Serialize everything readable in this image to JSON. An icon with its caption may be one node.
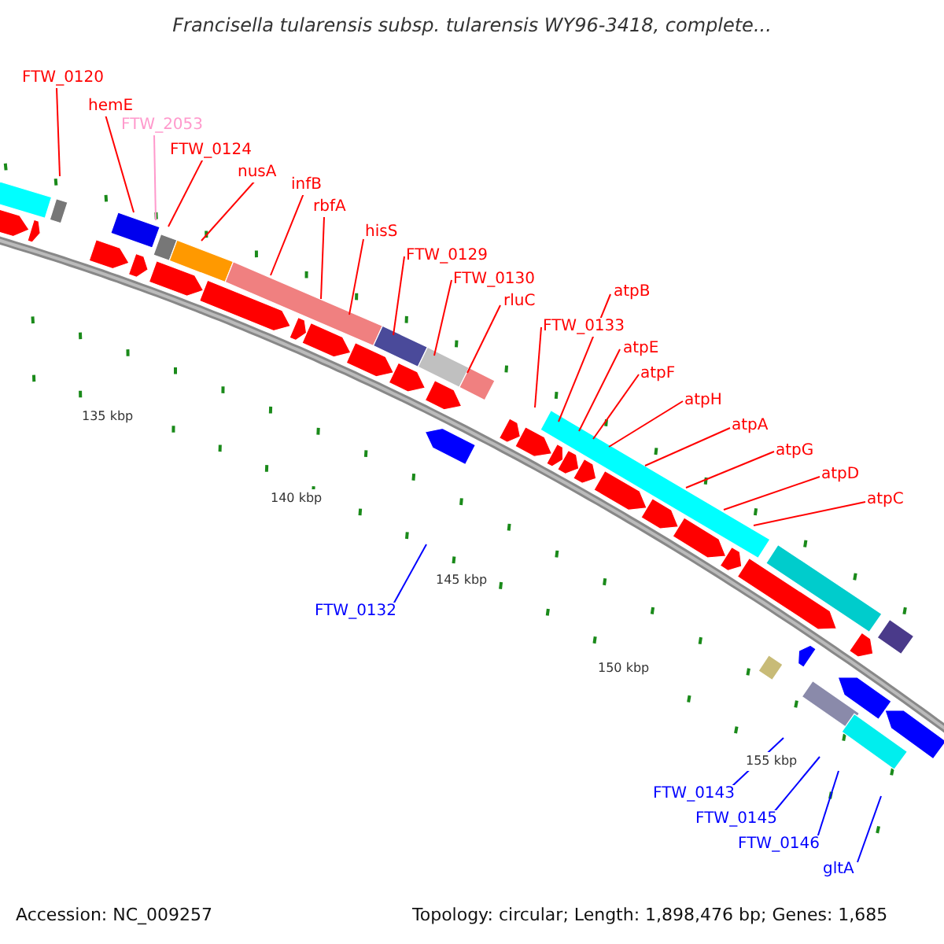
{
  "diagram": {
    "title": "Francisella tularensis subsp. tularensis WY96-3418, complete...",
    "nodes": [
      {
        "text": [
          "FTW_0120"
        ]
      },
      {
        "text": [
          "hemE"
        ]
      },
      {
        "text": [
          "FTW_2053"
        ]
      },
      {
        "text": [
          "FTW_0124"
        ]
      },
      {
        "text": [
          "nusA"
        ]
      },
      {
        "text": [
          "infB"
        ]
      },
      {
        "text": [
          "rbfA"
        ]
      },
      {
        "text": [
          "hisS"
        ]
      },
      {
        "text": [
          "FTW_0129"
        ]
      },
      {
        "text": [
          "FTW_0130"
        ]
      },
      {
        "text": [
          "rluC"
        ]
      },
      {
        "text": [
          "FTW_0133"
        ]
      },
      {
        "text": [
          "atpB"
        ]
      },
      {
        "text": [
          "atpE"
        ]
      },
      {
        "text": [
          "atpF"
        ]
      },
      {
        "text": [
          "atpH"
        ]
      },
      {
        "text": [
          "atpA"
        ]
      },
      {
        "text": [
          "atpG"
        ]
      },
      {
        "text": [
          "atpD"
        ]
      },
      {
        "text": [
          "atpC"
        ]
      },
      {
        "text": [
          "FTW_0132"
        ]
      },
      {
        "text": [
          "FTW_0143"
        ]
      },
      {
        "text": [
          "FTW_0145"
        ]
      },
      {
        "text": [
          "FTW_0146"
        ]
      },
      {
        "text": [
          "gltA"
        ]
      }
    ],
    "edges": [
      {
        "from": 0,
        "to": null,
        "arrow": "none"
      },
      {
        "from": 1,
        "to": null,
        "arrow": "none"
      },
      {
        "from": 2,
        "to": null,
        "arrow": "none",
        "color": "#ff99cc"
      },
      {
        "from": 3,
        "to": null,
        "arrow": "none"
      },
      {
        "from": 4,
        "to": null,
        "arrow": "none"
      },
      {
        "from": 5,
        "to": null,
        "arrow": "none"
      },
      {
        "from": 6,
        "to": null,
        "arrow": "none"
      },
      {
        "from": 7,
        "to": null,
        "arrow": "none"
      },
      {
        "from": 8,
        "to": null,
        "arrow": "none"
      },
      {
        "from": 9,
        "to": null,
        "arrow": "none"
      },
      {
        "from": 10,
        "to": null,
        "arrow": "none"
      },
      {
        "from": 11,
        "to": null,
        "arrow": "none"
      },
      {
        "from": 12,
        "to": null,
        "arrow": "none"
      },
      {
        "from": 13,
        "to": null,
        "arrow": "none"
      },
      {
        "from": 14,
        "to": null,
        "arrow": "none"
      },
      {
        "from": 15,
        "to": null,
        "arrow": "none"
      },
      {
        "from": 16,
        "to": null,
        "arrow": "none"
      },
      {
        "from": 17,
        "to": null,
        "arrow": "none"
      },
      {
        "from": 18,
        "to": null,
        "arrow": "none"
      },
      {
        "from": 19,
        "to": null,
        "arrow": "none"
      },
      {
        "from": 20,
        "to": null,
        "arrow": "none",
        "color": "#0000ff"
      },
      {
        "from": 21,
        "to": null,
        "arrow": "none",
        "color": "#0000ff"
      },
      {
        "from": 22,
        "to": null,
        "arrow": "none",
        "color": "#0000ff"
      },
      {
        "from": 23,
        "to": null,
        "arrow": "none",
        "color": "#0000ff"
      },
      {
        "from": 24,
        "to": null,
        "arrow": "none",
        "color": "#0000ff"
      }
    ],
    "labels": [
      "135 kbp",
      "140 kbp",
      "145 kbp",
      "150 kbp",
      "155 kbp",
      "Accession: NC_009257",
      "Topology: circular; Length: 1,898,476 bp; Genes: 1,685"
    ]
  }
}
